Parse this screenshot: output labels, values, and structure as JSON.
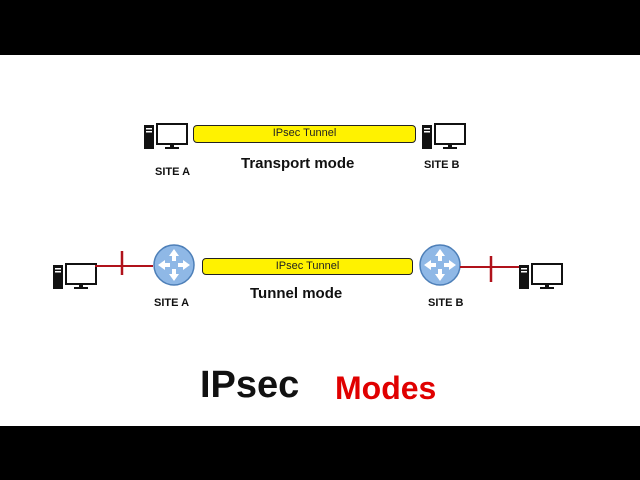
{
  "transport": {
    "tunnel_label": "IPsec Tunnel",
    "mode_label": "Transport mode",
    "site_a": "SITE A",
    "site_b": "SITE B"
  },
  "tunnel": {
    "tunnel_label": "IPsec Tunnel",
    "mode_label": "Tunnel mode",
    "site_a": "SITE A",
    "site_b": "SITE B"
  },
  "title": {
    "main": "IPsec",
    "accent": "Modes"
  },
  "colors": {
    "tunnel_fill": "#fff200",
    "router_fill": "#8fb8e6",
    "link_line": "#b0121b",
    "accent": "#e00000"
  },
  "icons": [
    "computer-icon",
    "router-icon"
  ]
}
